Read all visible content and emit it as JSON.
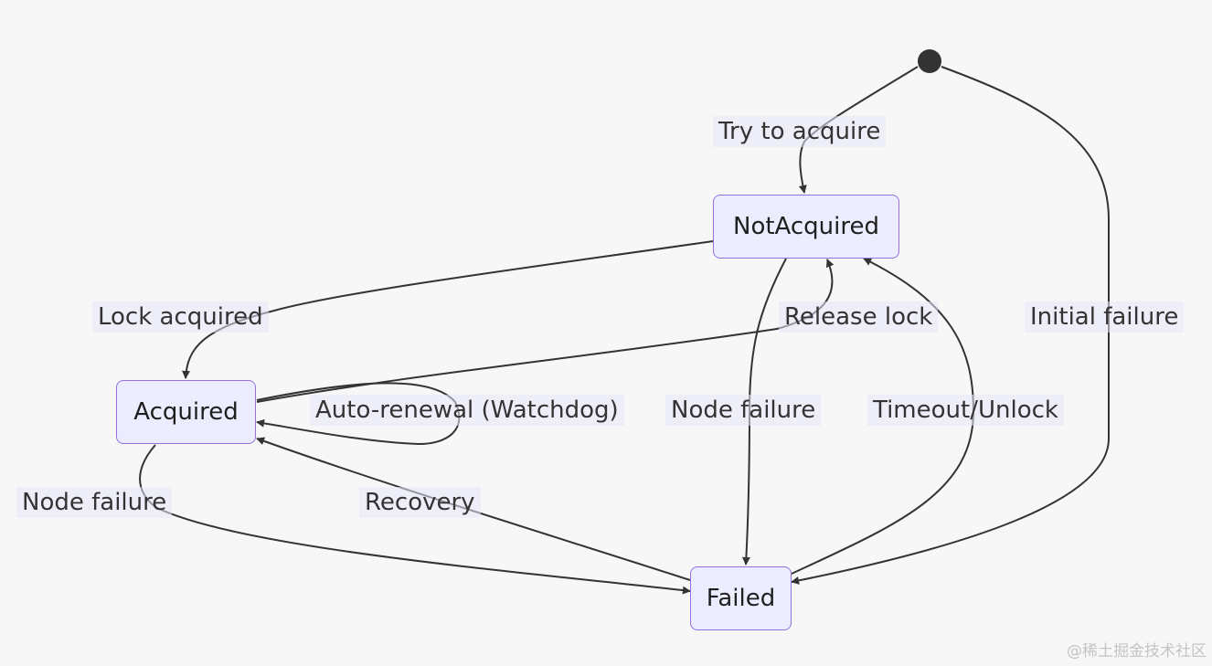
{
  "diagram": {
    "type": "state-diagram",
    "colors": {
      "background": "#f7f7f8",
      "node_fill": "#ececff",
      "node_border": "#9370db",
      "edge": "#333333",
      "start_marker": "#333333"
    },
    "start_marker_icon": "filled-circle-icon",
    "nodes": {
      "not_acquired": "NotAcquired",
      "acquired": "Acquired",
      "failed": "Failed"
    },
    "edges": [
      {
        "from": "start",
        "to": "NotAcquired",
        "label": "Try to acquire"
      },
      {
        "from": "start",
        "to": "Failed",
        "label": "Initial failure"
      },
      {
        "from": "NotAcquired",
        "to": "Acquired",
        "label": "Lock acquired"
      },
      {
        "from": "NotAcquired",
        "to": "Failed",
        "label": "Node failure"
      },
      {
        "from": "Acquired",
        "to": "NotAcquired",
        "label": "Release lock"
      },
      {
        "from": "Acquired",
        "to": "Acquired",
        "label": "Auto-renewal (Watchdog)"
      },
      {
        "from": "Acquired",
        "to": "Failed",
        "label": "Node failure"
      },
      {
        "from": "Failed",
        "to": "Acquired",
        "label": "Recovery"
      },
      {
        "from": "Failed",
        "to": "NotAcquired",
        "label": "Timeout/Unlock"
      }
    ]
  },
  "watermark": "@稀土掘金技术社区"
}
